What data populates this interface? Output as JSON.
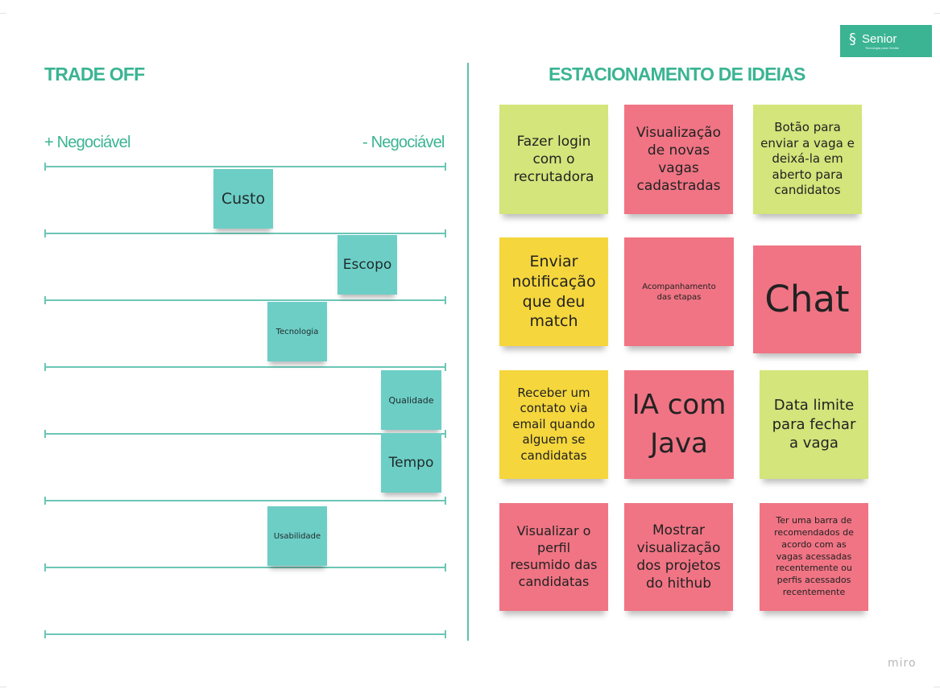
{
  "brand": {
    "logo_mark": "§",
    "logo_name": "Senior",
    "logo_tagline": "Tecnologia para Gestão",
    "footer": "miro",
    "accent_color": "#3bb493"
  },
  "trade_off": {
    "title": "TRADE OFF",
    "left_label": "+ Negociável",
    "right_label": "- Negociável",
    "items": [
      "Custo",
      "Escopo",
      "Tecnologia",
      "Qualidade",
      "Tempo",
      "Usabilidade"
    ]
  },
  "parking_lot": {
    "title": "ESTACIONAMENTO DE IDEIAS",
    "notes": [
      {
        "text": "Fazer login\ncom o\nrecrutadora",
        "color": "green"
      },
      {
        "text": "Visualização\nde novas\nvagas\ncadastradas",
        "color": "pink"
      },
      {
        "text": "Botão para\nenviar a vaga e\ndeixá-la em\naberto para\ncandidatos",
        "color": "green"
      },
      {
        "text": "Enviar\nnotificação\nque deu\nmatch",
        "color": "yellow"
      },
      {
        "text": "Acompanhamento\ndas etapas",
        "color": "pink"
      },
      {
        "text": "Chat",
        "color": "pink"
      },
      {
        "text": "Receber um\ncontato via\nemail quando\nalguem se\ncandidatas",
        "color": "yellow"
      },
      {
        "text": "IA com\nJava",
        "color": "pink"
      },
      {
        "text": "Data limite\npara fechar\na vaga",
        "color": "green"
      },
      {
        "text": "Visualizar o\nperfil\nresumido das\ncandidatas",
        "color": "pink"
      },
      {
        "text": "Mostrar\nvisualização\ndos projetos\ndo hithub",
        "color": "pink"
      },
      {
        "text": "Ter uma barra de\nrecomendados de\nacordo com as\nvagas acessadas\nrecentemente ou\nperfis acessados\nrecentemente",
        "color": "pink"
      }
    ]
  }
}
